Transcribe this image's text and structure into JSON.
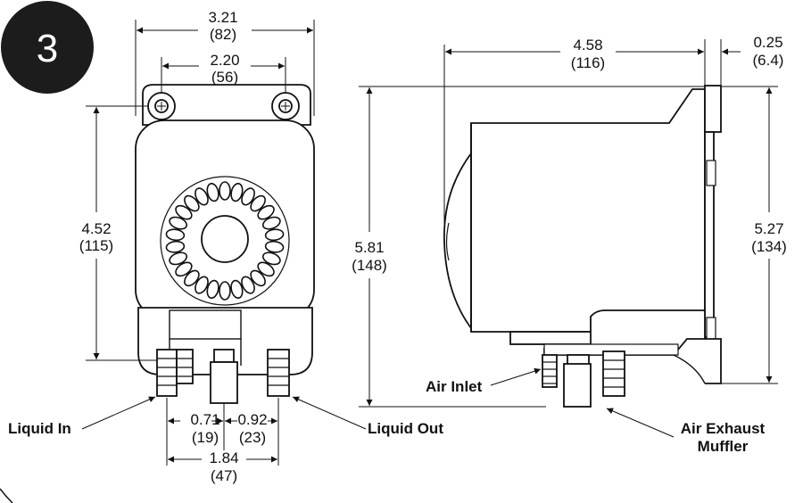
{
  "figure": {
    "number": "3"
  },
  "front_view": {
    "overall_width": {
      "in": "3.21",
      "mm": "(82)"
    },
    "mount_spacing": {
      "in": "2.20",
      "mm": "(56)"
    },
    "height": {
      "in": "4.52",
      "mm": "(115)"
    },
    "port_offset_left": {
      "in": "0.71",
      "mm": "(19)"
    },
    "port_offset_right": {
      "in": "0.92",
      "mm": "(23)"
    },
    "port_spacing": {
      "in": "1.84",
      "mm": "(47)"
    },
    "labels": {
      "liquid_in": "Liquid In",
      "liquid_out": "Liquid Out"
    }
  },
  "side_view": {
    "overall_depth": {
      "in": "4.58",
      "mm": "(116)"
    },
    "flange_thickness": {
      "in": "0.25",
      "mm": "(6.4)"
    },
    "overall_height": {
      "in": "5.81",
      "mm": "(148)"
    },
    "flange_height": {
      "in": "5.27",
      "mm": "(134)"
    },
    "labels": {
      "air_inlet": "Air Inlet",
      "air_exhaust_line1": "Air Exhaust",
      "air_exhaust_line2": "Muffler"
    }
  },
  "colors": {
    "line": "#111111",
    "badge": "#1c1c1c"
  }
}
